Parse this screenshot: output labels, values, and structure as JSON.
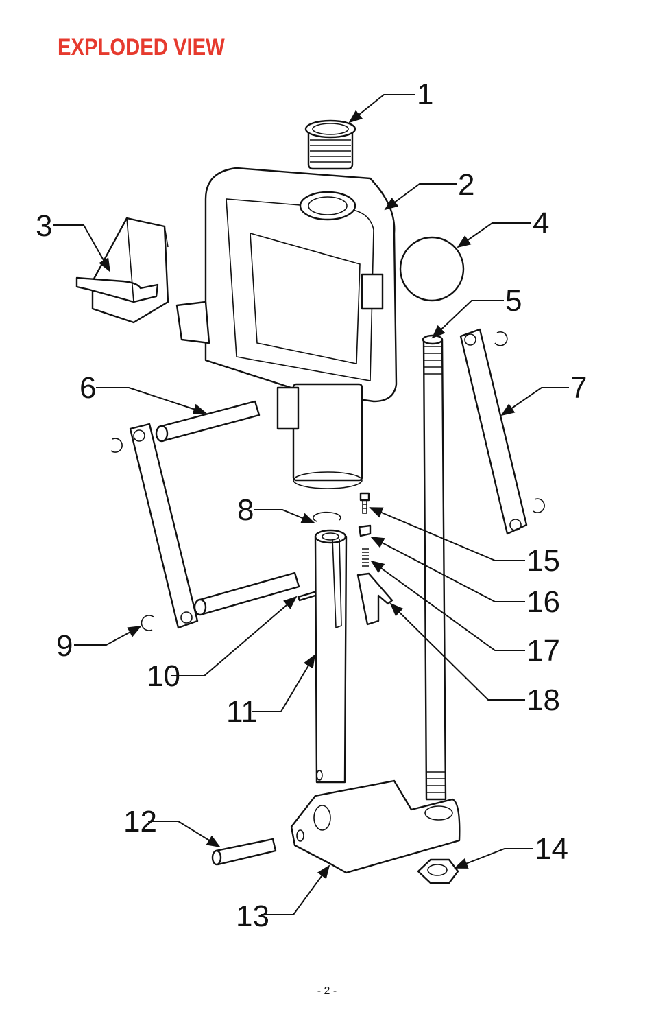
{
  "page": {
    "title": "EXPLODED VIEW",
    "page_number": "- 2 -"
  },
  "callouts": [
    "1",
    "2",
    "3",
    "4",
    "5",
    "6",
    "7",
    "8",
    "9",
    "10",
    "11",
    "12",
    "13",
    "14",
    "15",
    "16",
    "17",
    "18"
  ]
}
